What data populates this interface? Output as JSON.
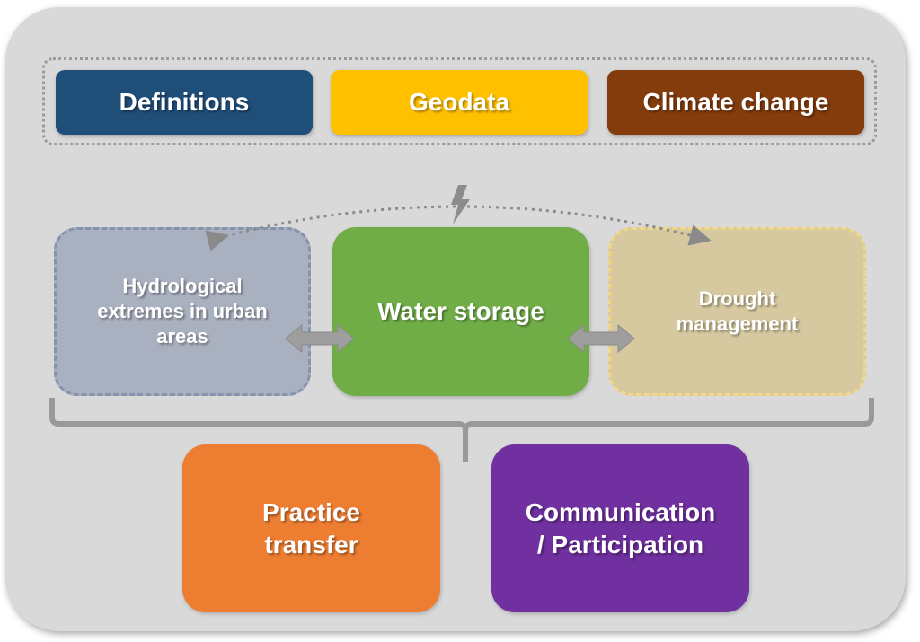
{
  "colors": {
    "panel": "#d9d9d9",
    "definitions": "#1f4e79",
    "geodata": "#ffc000",
    "climate": "#843c0c",
    "hydro": "#a9b0bf",
    "water": "#70ad47",
    "drought": "#d6c9a0",
    "practice": "#ed7d31",
    "communication": "#7030a0",
    "connector": "#8a8a8a",
    "arrow": "#9e9e9e"
  },
  "top_row": {
    "definitions": "Definitions",
    "geodata": "Geodata",
    "climate_change": "Climate change"
  },
  "middle_row": {
    "hydro_line1": "Hydrological",
    "hydro_line2": "extremes in urban",
    "hydro_line3": "areas",
    "water_storage": "Water storage",
    "drought_line1": "Drought",
    "drought_line2": "management"
  },
  "bottom_row": {
    "practice_line1": "Practice",
    "practice_line2": "transfer",
    "communication_line1": "Communication",
    "communication_line2": "/ Participation"
  },
  "icons": {
    "conflict": "lightning-icon",
    "left_link": "double-arrow-icon",
    "right_link": "double-arrow-icon"
  }
}
